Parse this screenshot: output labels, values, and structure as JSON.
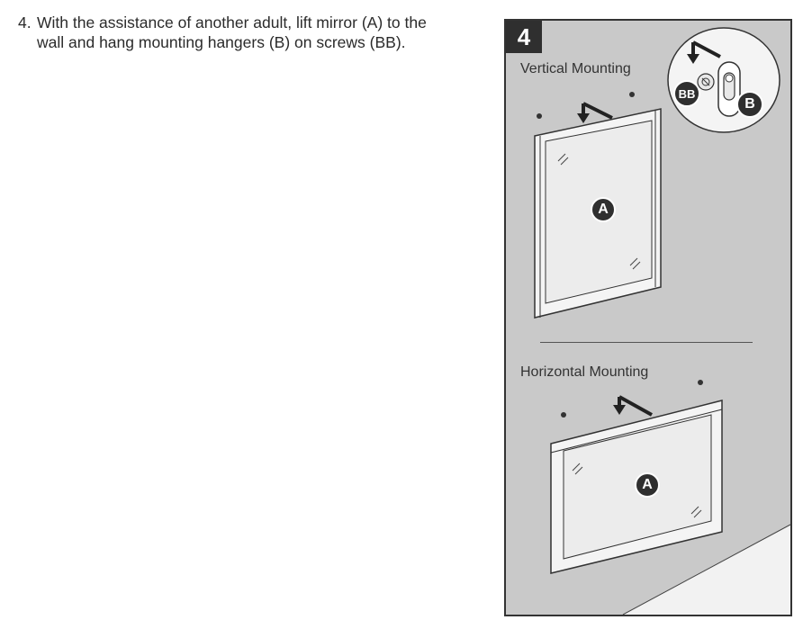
{
  "instruction": {
    "number": "4.",
    "text": "With the assistance of another adult, lift mirror (A) to the wall and hang mounting hangers (B) on screws (BB)."
  },
  "panel": {
    "step": "4",
    "vertical_label": "Vertical Mounting",
    "horizontal_label": "Horizontal Mounting",
    "tags": {
      "mirror_vertical": "A",
      "mirror_horizontal": "A",
      "screw": "BB",
      "hanger": "B"
    }
  },
  "colors": {
    "panel_bg": "#c9c9c9",
    "floor": "#f2f2f2",
    "dark": "#2f2f2f",
    "frame": "#f4f4f4"
  }
}
